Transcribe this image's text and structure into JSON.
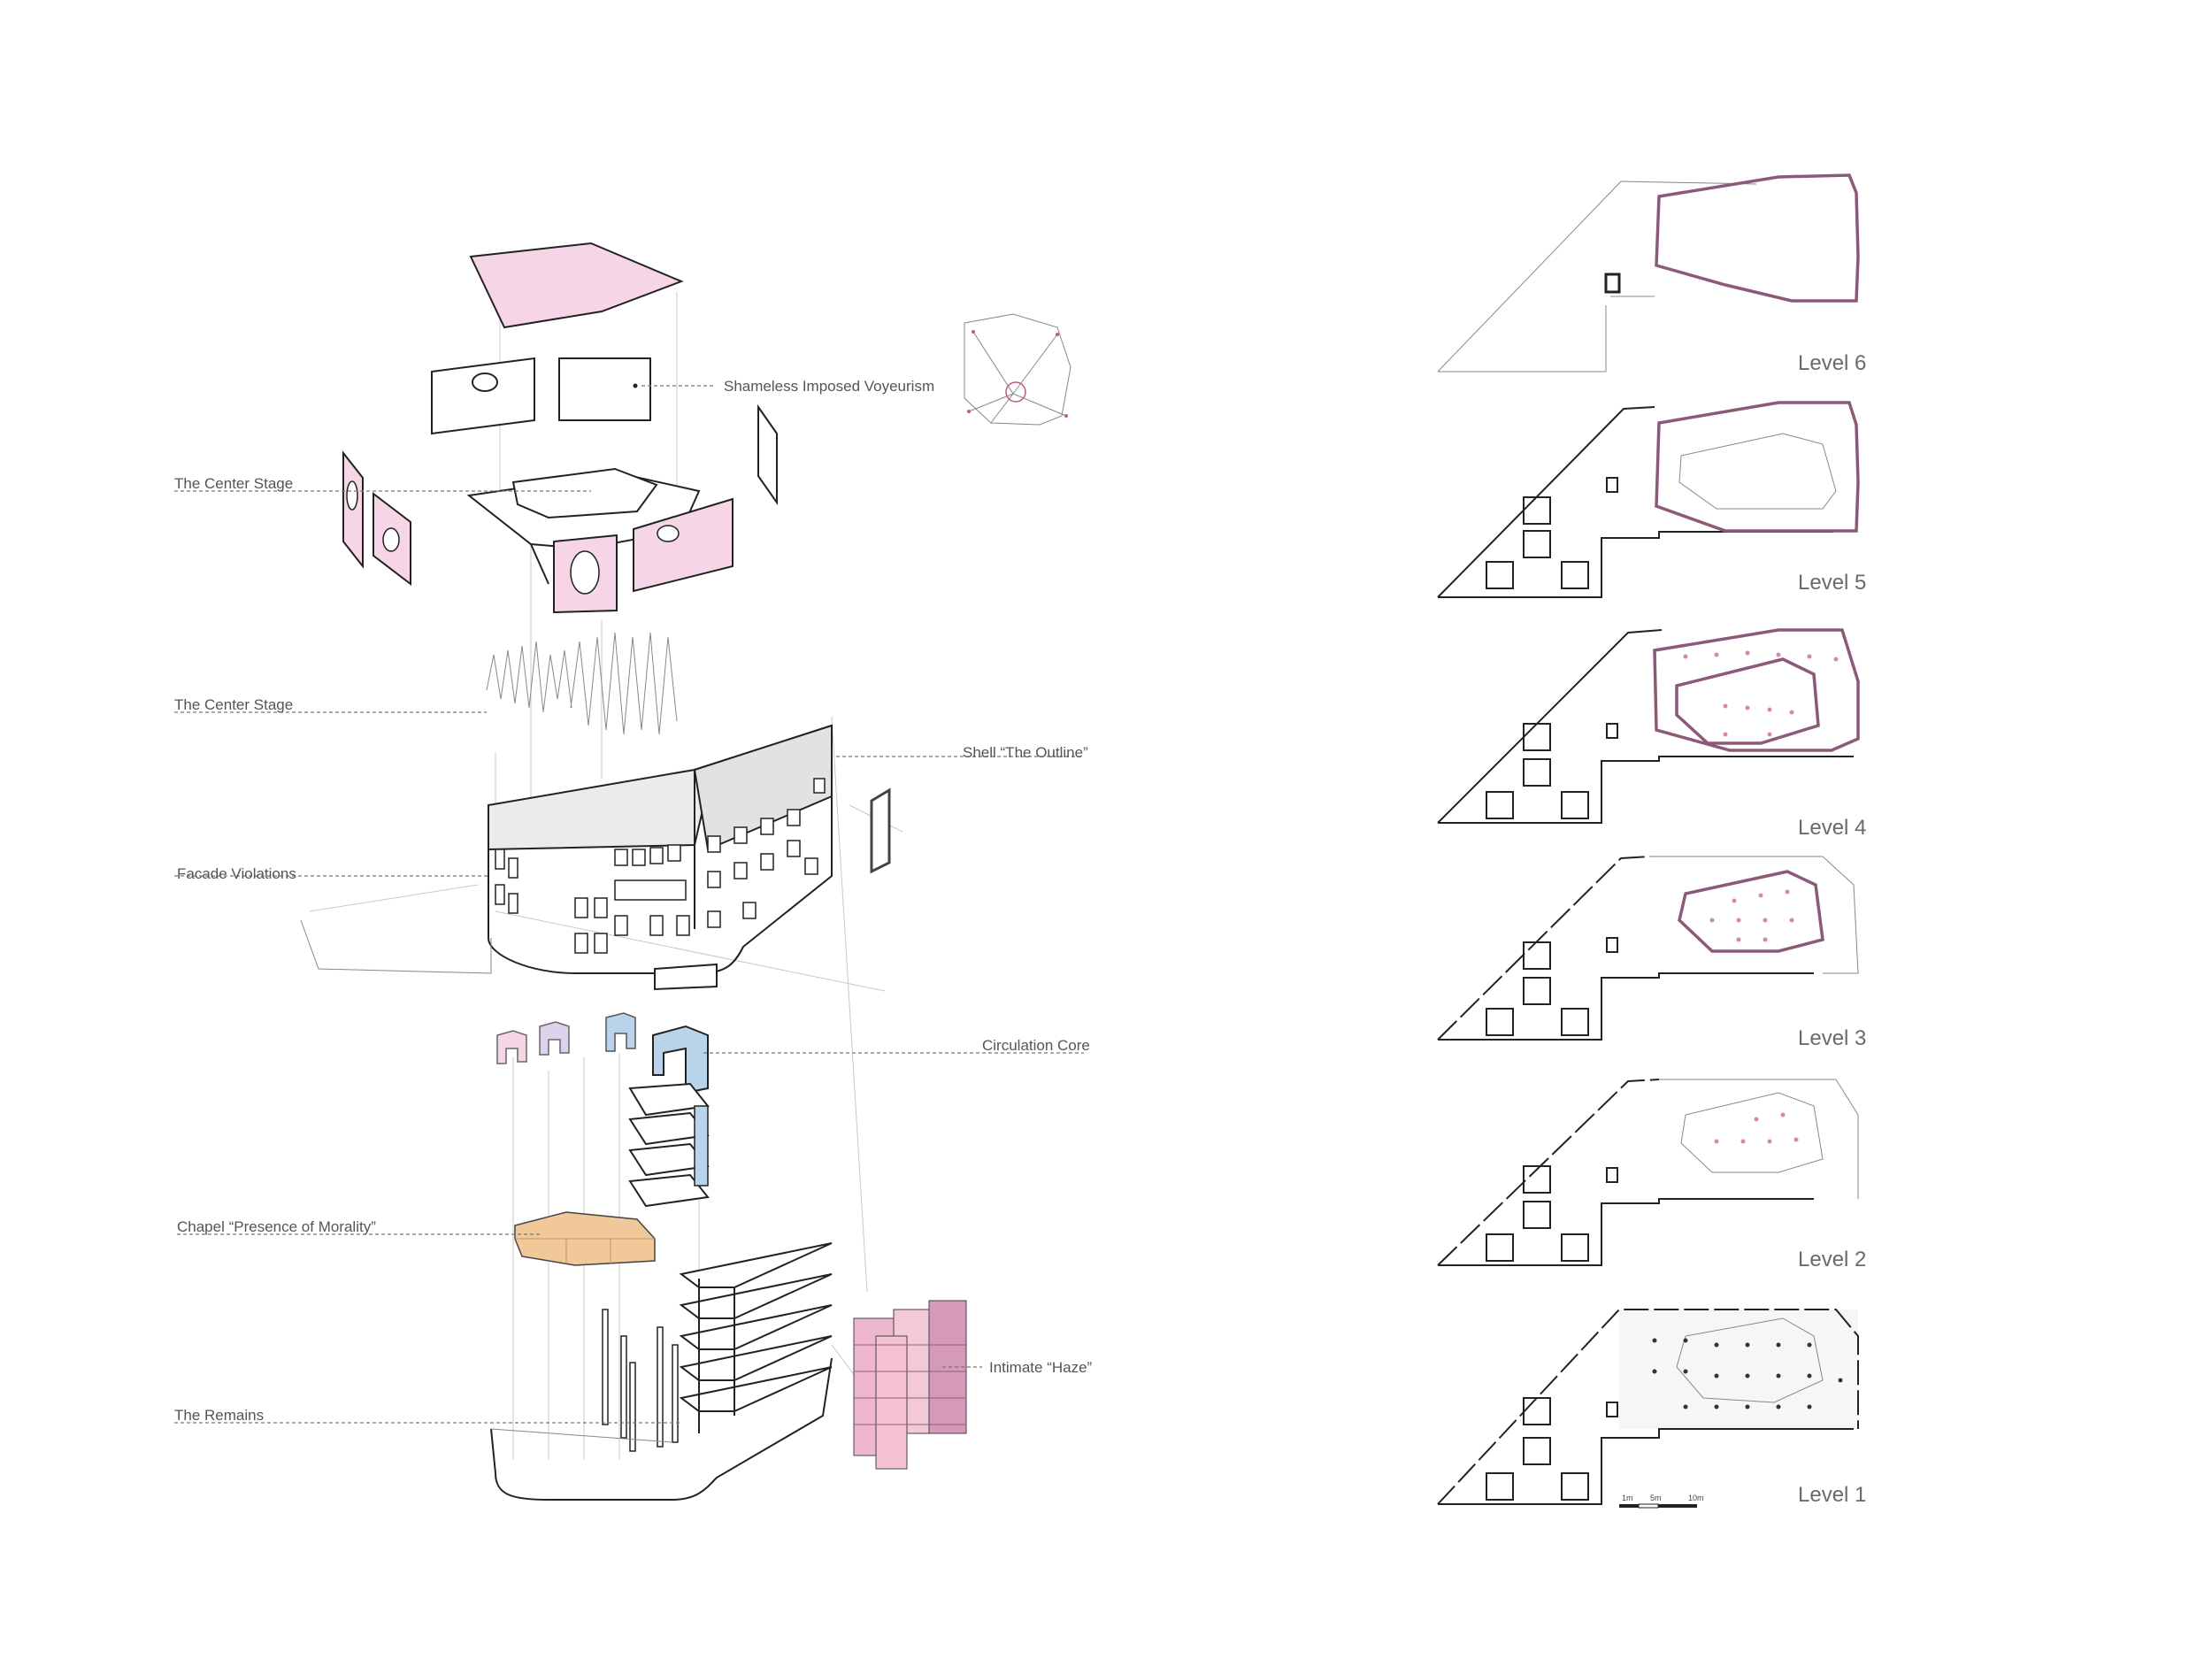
{
  "axonometric": {
    "labels": {
      "voyeurism": "Shameless Imposed Voyeurism",
      "center_stage_top": "The Center Stage",
      "center_stage_mid": "The Center Stage",
      "shell": "Shell “The Outline”",
      "facade": "Facade Violations",
      "circulation": "Circulation Core",
      "chapel": "Chapel “Presence of Morality”",
      "haze": "Intimate “Haze”",
      "remains": "The Remains"
    },
    "colors": {
      "pink_panel": "#f6d5e6",
      "blue_core": "#b9d3ea",
      "lilac_core": "#dcd3ea",
      "chapel_fill": "#f0c89a",
      "haze_pink": "#eeb7cf",
      "haze_mauve": "#d59ab8"
    }
  },
  "plans": {
    "levels": [
      "Level 6",
      "Level 5",
      "Level 4",
      "Level 3",
      "Level 2",
      "Level 1"
    ],
    "scale_bar": [
      "1m",
      "5m",
      "10m"
    ],
    "colors": {
      "auditorium_outline": "#8c5a78",
      "seat_dots": "#d48aa8"
    }
  }
}
